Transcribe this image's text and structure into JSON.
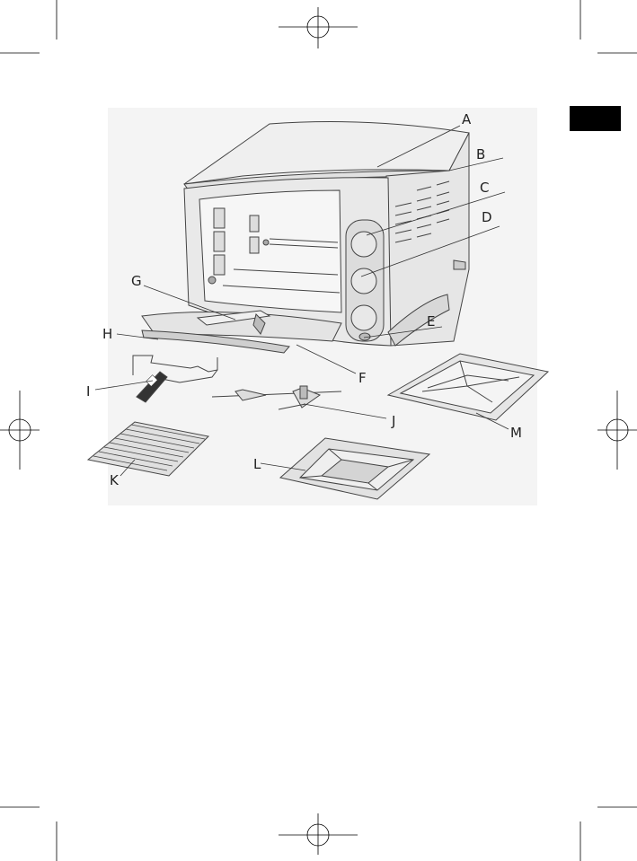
{
  "labels": {
    "A": "A",
    "B": "B",
    "C": "C",
    "D": "D",
    "E": "E",
    "F": "F",
    "G": "G",
    "H": "H",
    "I": "I",
    "J": "J",
    "K": "K",
    "L": "L",
    "M": "M"
  },
  "colors": {
    "figure_bg": "#f4f4f4",
    "language_tab": "#000000",
    "line": "#333333"
  }
}
